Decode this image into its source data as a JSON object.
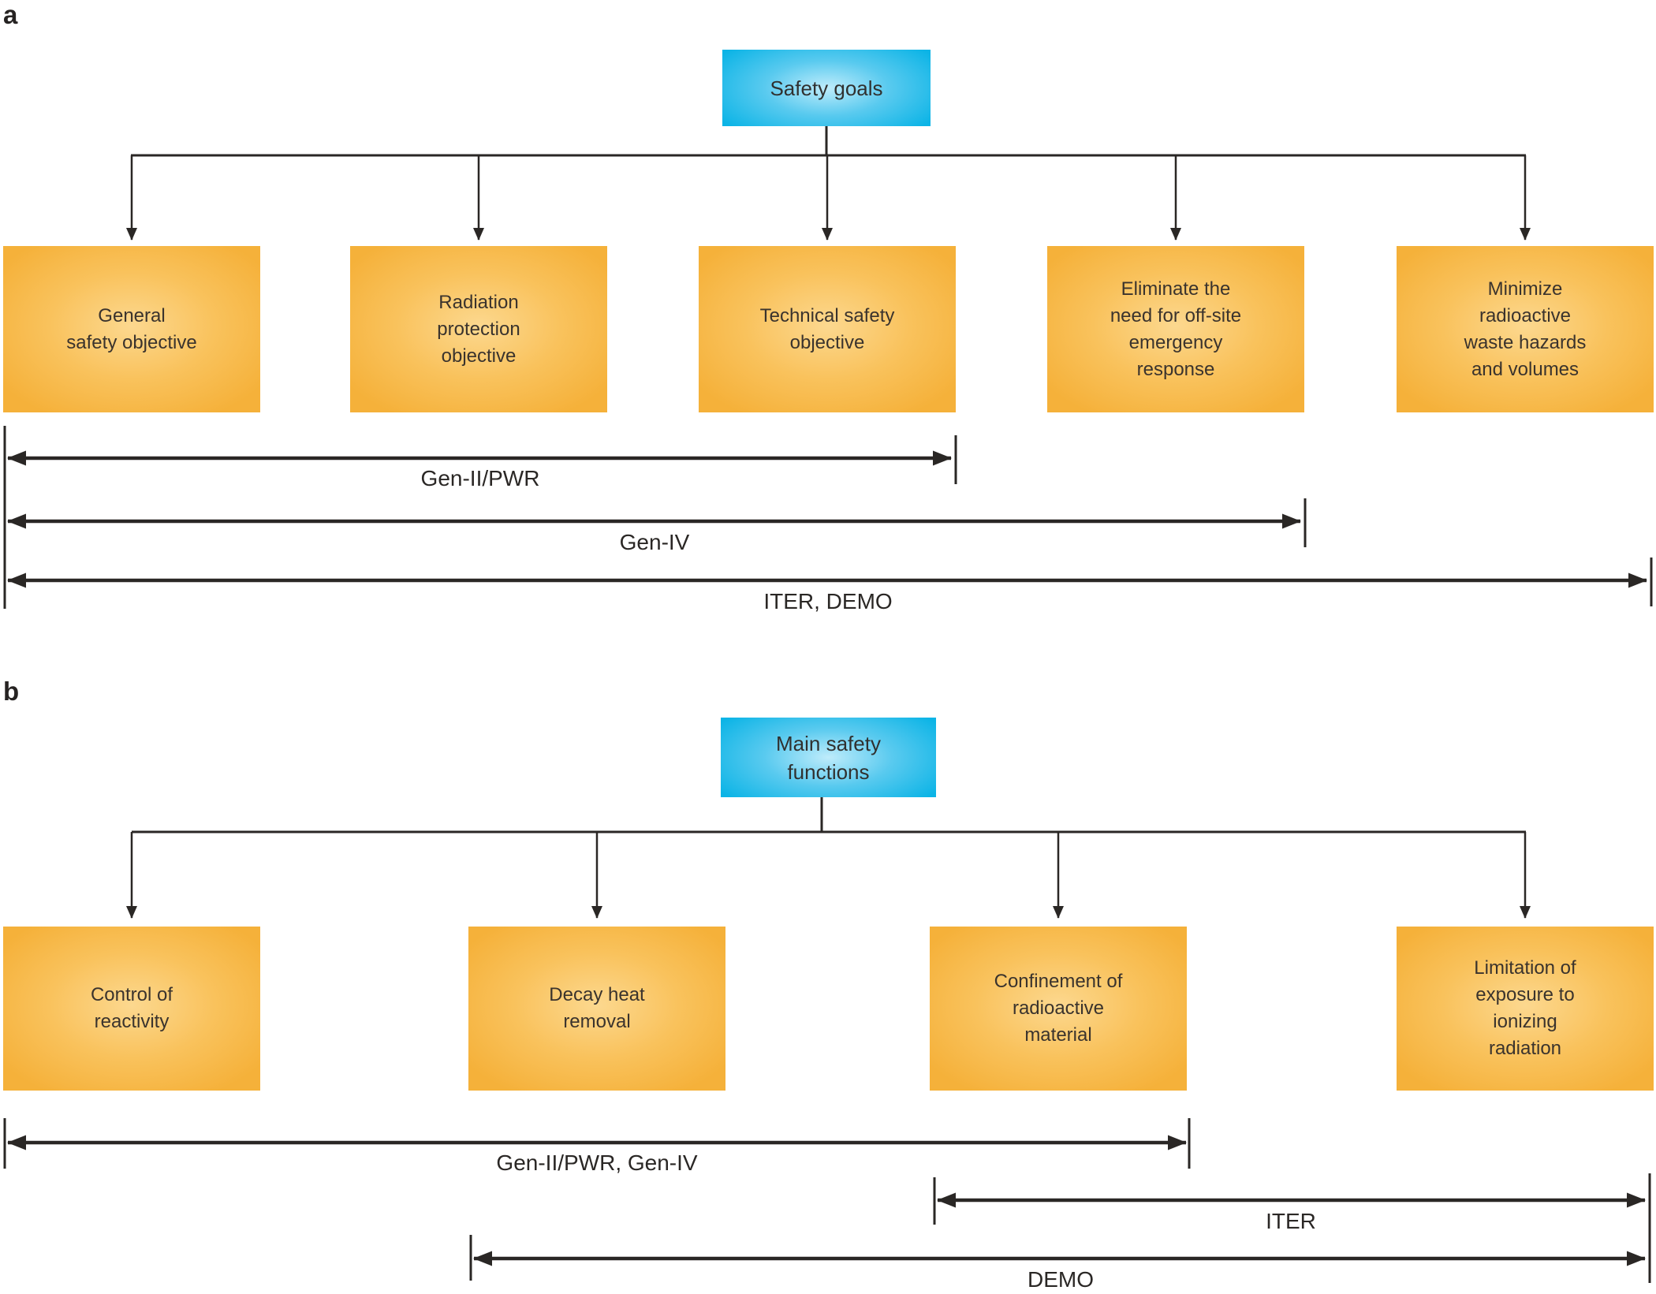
{
  "panel_a": {
    "label": "a",
    "root": {
      "label": "Safety goals"
    },
    "children": [
      {
        "label": "General\nsafety objective"
      },
      {
        "label": "Radiation\nprotection\nobjective"
      },
      {
        "label": "Technical safety\nobjective"
      },
      {
        "label": "Eliminate the\nneed for off-site\nemergency\nresponse"
      },
      {
        "label": "Minimize\nradioactive\nwaste hazards\nand volumes"
      }
    ],
    "spans": [
      {
        "label": "Gen-II/PWR"
      },
      {
        "label": "Gen-IV"
      },
      {
        "label": "ITER, DEMO"
      }
    ]
  },
  "panel_b": {
    "label": "b",
    "root": {
      "label": "Main safety\nfunctions"
    },
    "children": [
      {
        "label": "Control of\nreactivity"
      },
      {
        "label": "Decay heat\nremoval"
      },
      {
        "label": "Confinement of\nradioactive\nmaterial"
      },
      {
        "label": "Limitation of\nexposure to\nionizing\nradiation"
      }
    ],
    "spans": [
      {
        "label": "Gen-II/PWR, Gen-IV"
      },
      {
        "label": "ITER"
      },
      {
        "label": "DEMO"
      }
    ]
  },
  "colors": {
    "root_box_fill": "#0cb4e6",
    "root_box_glow": "#bfecfb",
    "child_box_fill": "#f5b13a",
    "child_box_glow": "#fcd88f",
    "line": "#2a2725"
  }
}
